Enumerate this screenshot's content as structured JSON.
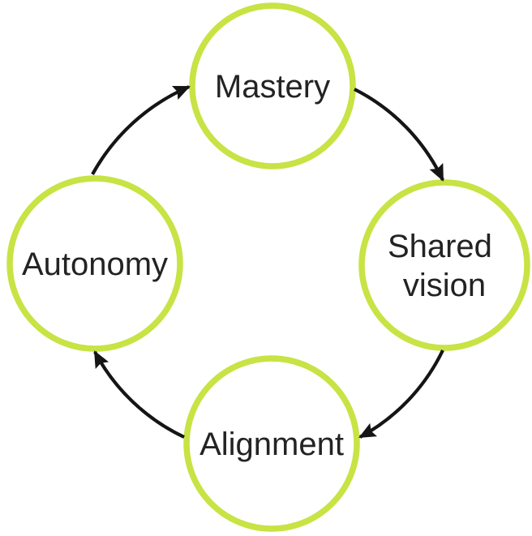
{
  "diagram": {
    "type": "cycle",
    "nodes": [
      {
        "id": "mastery",
        "label": "Mastery",
        "position": "top"
      },
      {
        "id": "shared-vision",
        "label": "Shared vision",
        "position": "right",
        "label_lines": [
          "Shared",
          "vision"
        ]
      },
      {
        "id": "alignment",
        "label": "Alignment",
        "position": "bottom"
      },
      {
        "id": "autonomy",
        "label": "Autonomy",
        "position": "left"
      }
    ],
    "edges": [
      {
        "from": "Autonomy",
        "to": "Mastery"
      },
      {
        "from": "Mastery",
        "to": "Shared vision"
      },
      {
        "from": "Shared vision",
        "to": "Alignment"
      },
      {
        "from": "Alignment",
        "to": "Autonomy"
      }
    ],
    "colors": {
      "circle_border": "#c7e344",
      "circle_fill": "#ffffff",
      "arrow": "#151515",
      "text": "#242222",
      "background": "#ffffff"
    }
  }
}
